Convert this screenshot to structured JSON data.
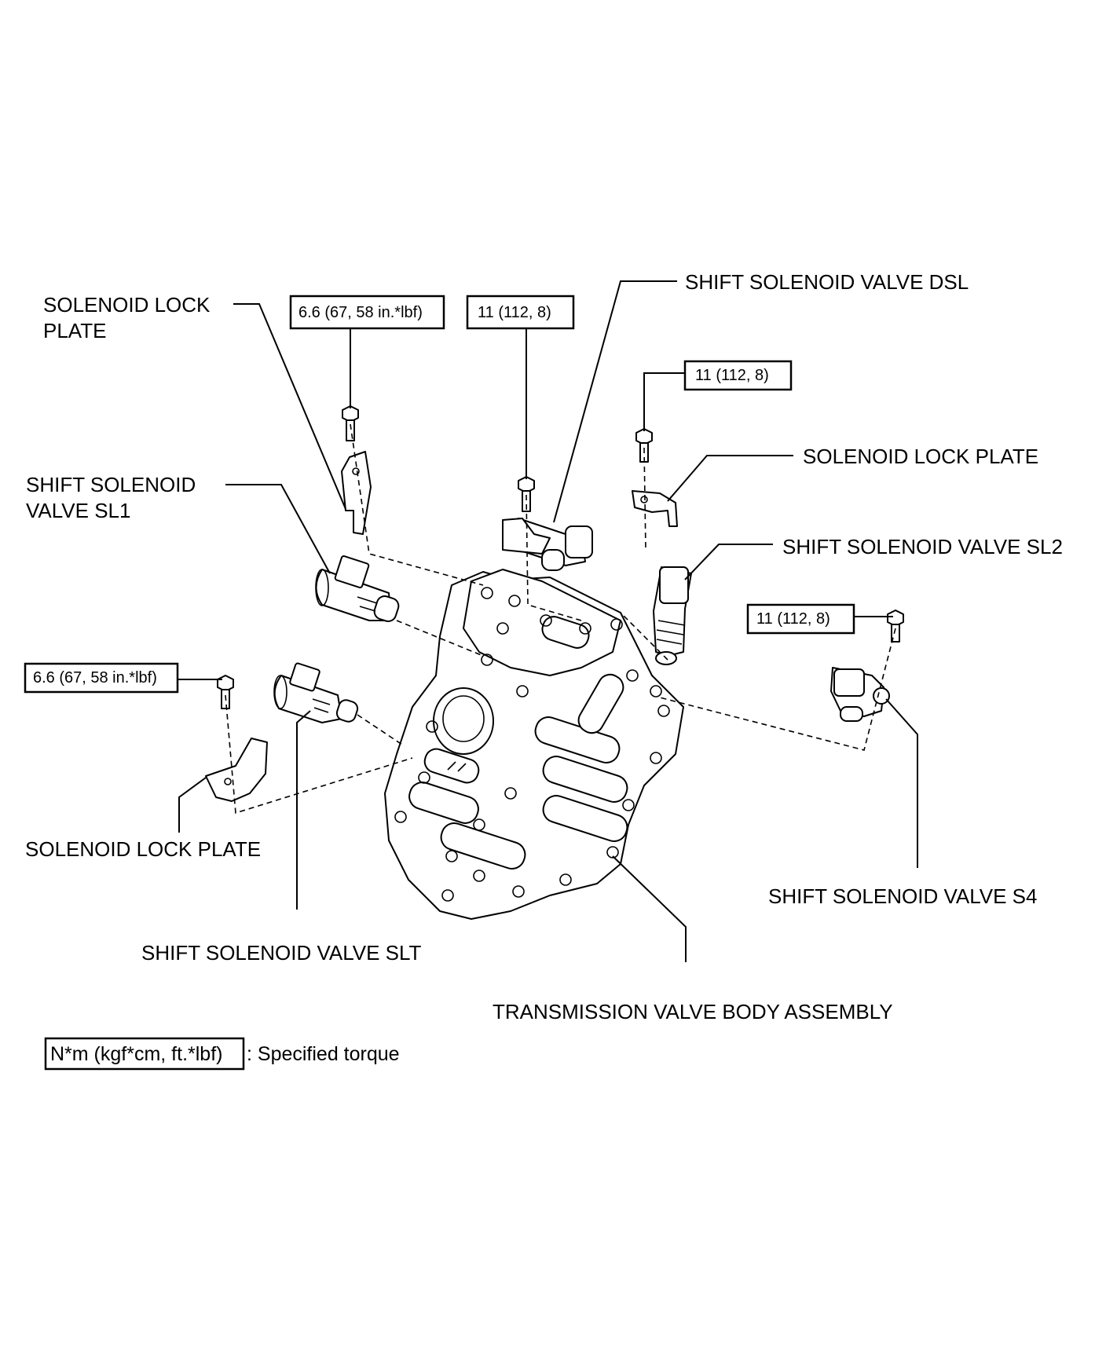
{
  "labels": {
    "solenoid_lock_plate_1": [
      "SOLENOID LOCK",
      "PLATE"
    ],
    "shift_solenoid_valve_sl1": [
      "SHIFT SOLENOID",
      "VALVE SL1"
    ],
    "solenoid_lock_plate_2": "SOLENOID LOCK PLATE",
    "shift_solenoid_valve_slt": "SHIFT SOLENOID VALVE SLT",
    "shift_solenoid_valve_dsl": "SHIFT SOLENOID VALVE DSL",
    "solenoid_lock_plate_3": "SOLENOID LOCK PLATE",
    "shift_solenoid_valve_sl2": "SHIFT SOLENOID VALVE SL2",
    "shift_solenoid_valve_s4": "SHIFT SOLENOID VALVE S4",
    "transmission_valve_body_assembly": "TRANSMISSION VALVE BODY ASSEMBLY"
  },
  "torques": {
    "lock_plate_sl1_bolt": "6.6 (67, 58 in.*lbf)",
    "dsl_bolt": "11 (112, 8)",
    "lock_plate_sl2_bolt": "11 (112, 8)",
    "s4_bolt": "11 (112, 8)",
    "lock_plate_slt_bolt": "6.6 (67, 58 in.*lbf)"
  },
  "legend": {
    "box_text": "N*m (kgf*cm, ft.*lbf)",
    "description": ": Specified torque"
  }
}
